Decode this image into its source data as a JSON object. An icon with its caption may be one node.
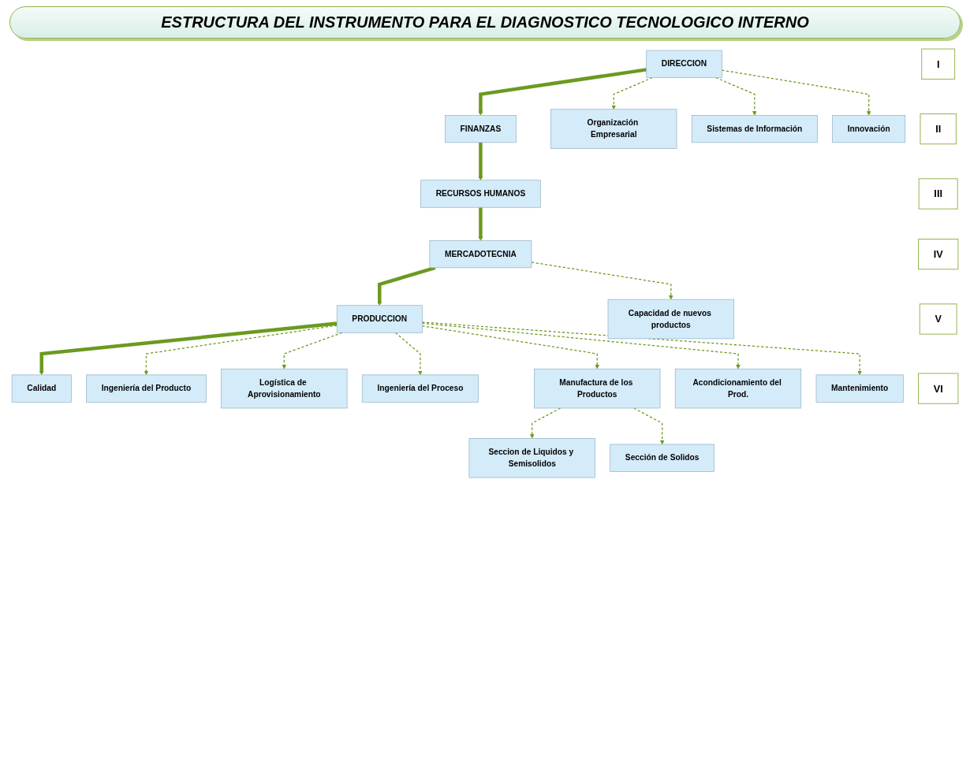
{
  "diagram": {
    "title": "ESTRUCTURA DEL INSTRUMENTO PARA EL DIAGNOSTICO TECNOLOGICO INTERNO",
    "nodes": [
      {
        "text": [
          "I"
        ]
      },
      {
        "text": [
          "DIRECCION"
        ]
      },
      {
        "text": [
          "Organización Empresarial"
        ]
      },
      {
        "text": [
          "Sistemas de Información"
        ]
      },
      {
        "text": [
          "Innovación"
        ]
      },
      {
        "text": [
          "II"
        ]
      },
      {
        "text": [
          "FINANZAS"
        ]
      },
      {
        "text": [
          "III"
        ]
      },
      {
        "text": [
          "RECURSOS HUMANOS"
        ]
      },
      {
        "text": [
          "IV"
        ]
      },
      {
        "text": [
          "MERCADOTECNIA"
        ]
      },
      {
        "text": [
          "Capacidad de nuevos productos"
        ]
      },
      {
        "text": [
          "V"
        ]
      },
      {
        "text": [
          "PRODUCCION"
        ]
      },
      {
        "text": [
          "Ingeniería del Producto"
        ]
      },
      {
        "text": [
          "Logística de Aprovisionamiento"
        ]
      },
      {
        "text": [
          "Ingeniería del Proceso"
        ]
      },
      {
        "text": [
          "Manufactura de los Productos"
        ]
      },
      {
        "text": [
          "Acondicionamiento del Prod."
        ]
      },
      {
        "text": [
          "Mantenimiento"
        ]
      },
      {
        "text": [
          "Seccion de Liquidos y Semisolidos"
        ]
      },
      {
        "text": [
          "Sección de Solidos"
        ]
      },
      {
        "text": [
          "VI"
        ]
      },
      {
        "text": [
          "Calidad"
        ]
      }
    ],
    "edges": [
      {
        "from": 1,
        "to": 6,
        "arrow": "to",
        "style": "thick"
      },
      {
        "from": 6,
        "to": 8,
        "arrow": "to",
        "style": "thick"
      },
      {
        "from": 8,
        "to": 10,
        "arrow": "to",
        "style": "thick"
      },
      {
        "from": 10,
        "to": 13,
        "arrow": "to",
        "style": "thick"
      },
      {
        "from": 13,
        "to": 23,
        "arrow": "to",
        "style": "thick"
      },
      {
        "from": 1,
        "to": 2,
        "arrow": "to",
        "style": "dashed"
      },
      {
        "from": 1,
        "to": 3,
        "arrow": "to",
        "style": "dashed"
      },
      {
        "from": 1,
        "to": 4,
        "arrow": "to",
        "style": "dashed"
      },
      {
        "from": 10,
        "to": 11,
        "arrow": "to",
        "style": "dashed"
      },
      {
        "from": 13,
        "to": 14,
        "arrow": "to",
        "style": "dashed"
      },
      {
        "from": 13,
        "to": 15,
        "arrow": "to",
        "style": "dashed"
      },
      {
        "from": 13,
        "to": 16,
        "arrow": "to",
        "style": "dashed"
      },
      {
        "from": 13,
        "to": 17,
        "arrow": "to",
        "style": "dashed"
      },
      {
        "from": 13,
        "to": 18,
        "arrow": "to",
        "style": "dashed"
      },
      {
        "from": 13,
        "to": 19,
        "arrow": "to",
        "style": "dashed"
      },
      {
        "from": 17,
        "to": 20,
        "arrow": "to",
        "style": "dashed"
      },
      {
        "from": 17,
        "to": 21,
        "arrow": "to",
        "style": "dashed"
      }
    ]
  }
}
